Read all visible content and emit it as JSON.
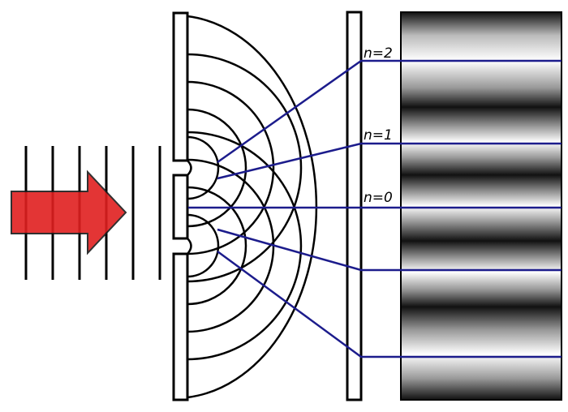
{
  "labels": {
    "order_2": "n=2",
    "order_1": "n=1",
    "order_0": "n=0"
  },
  "colors": {
    "arrow_fill": "#e02020",
    "arrow_stroke": "#1a1a1a",
    "wave_stroke": "#000000",
    "ray_stroke": "#1c1c8c",
    "barrier_fill": "#ffffff",
    "fringe_dark": "#1a1a1a",
    "fringe_light": "#ffffff"
  },
  "elements": {
    "incident_arrow": "arrow-right-icon",
    "barrier": "double-slit-barrier",
    "screen": "detection-screen",
    "pattern": "interference-pattern"
  }
}
